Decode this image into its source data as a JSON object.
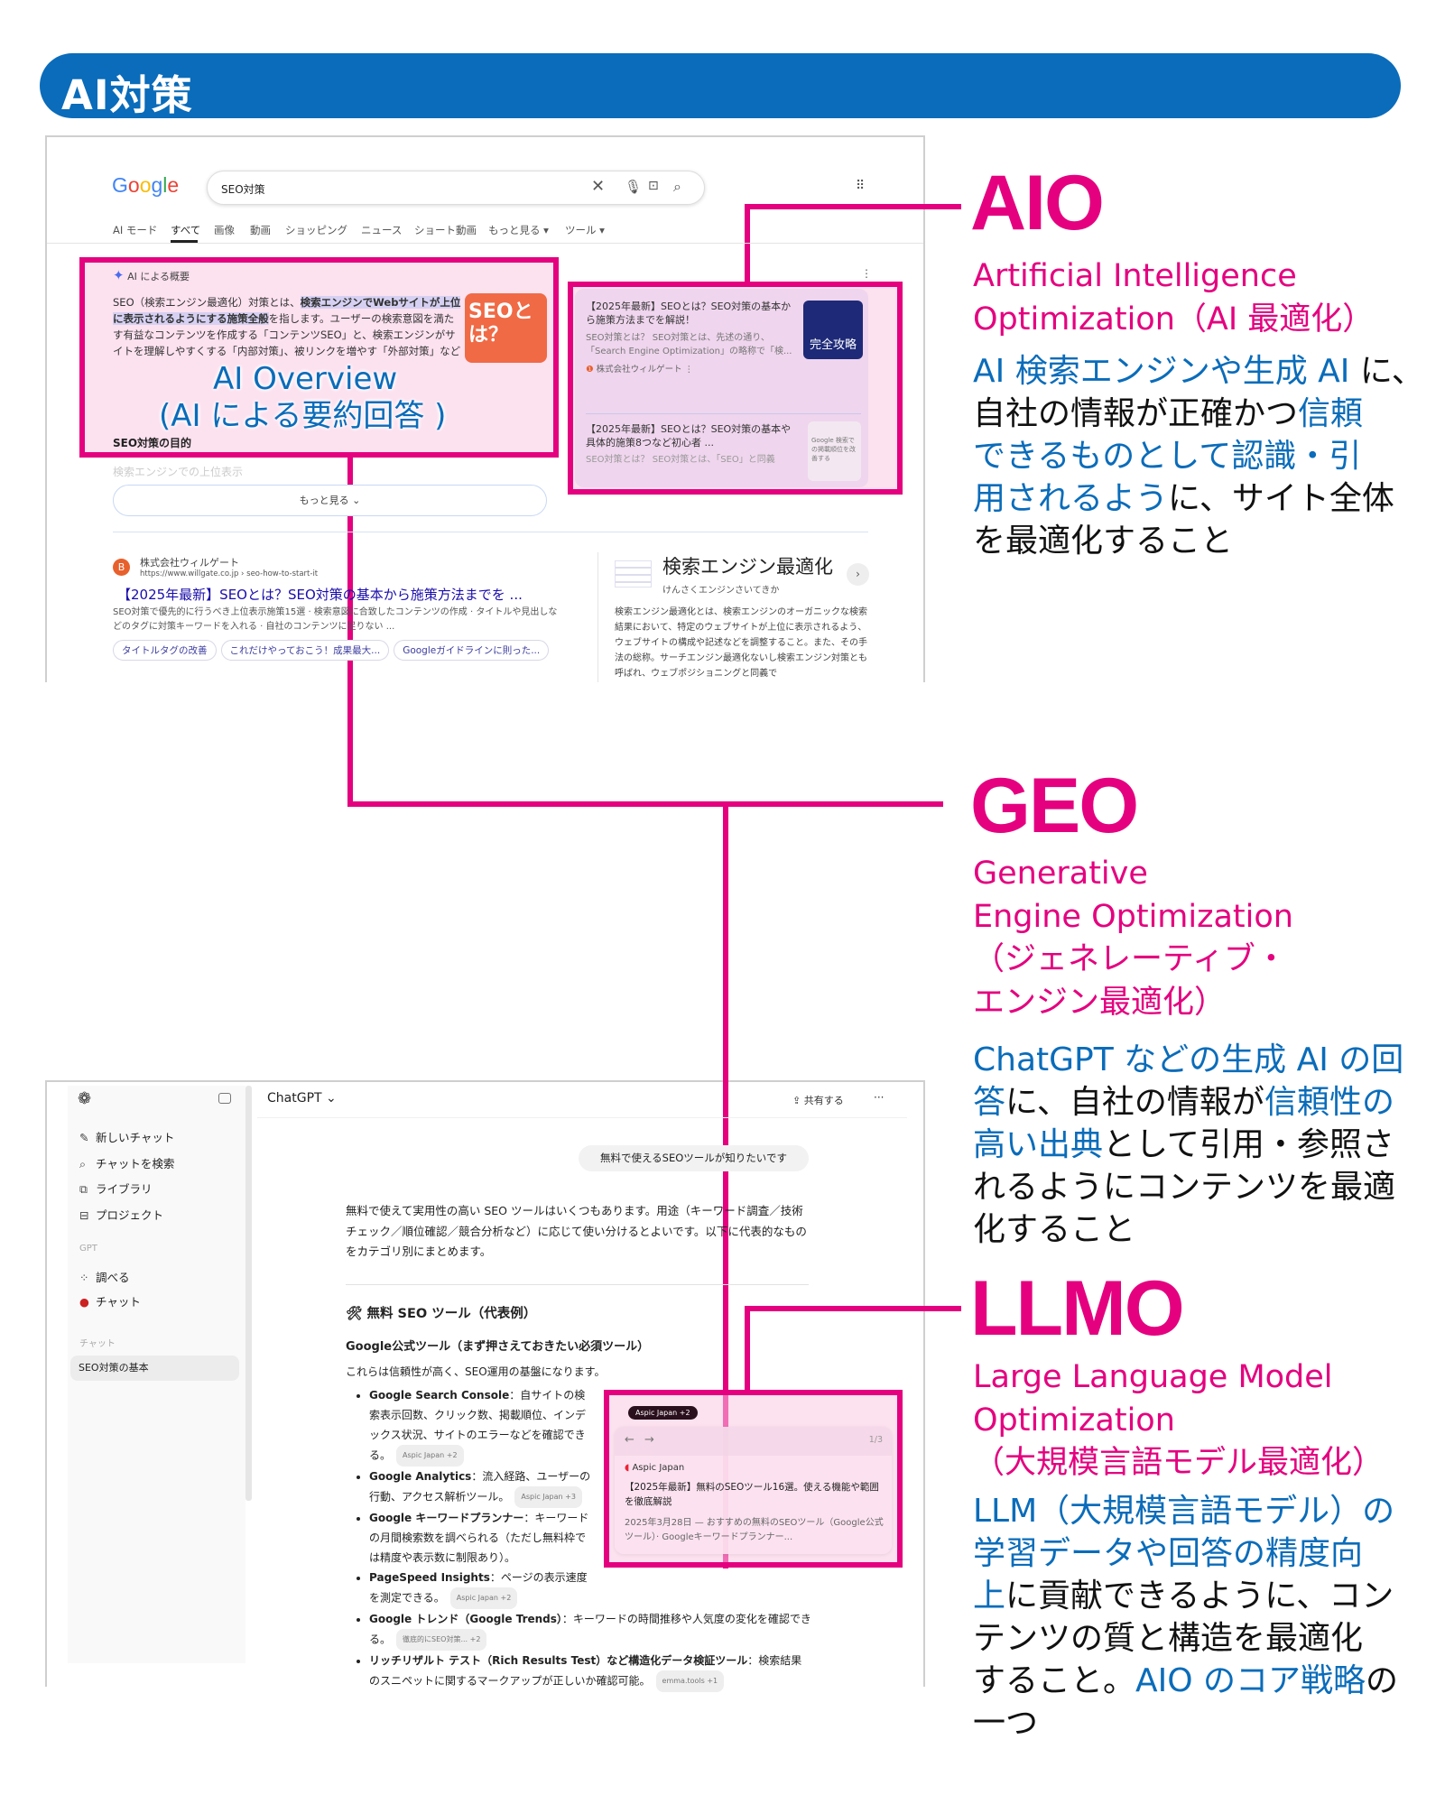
{
  "header": {
    "title": "AI対策"
  },
  "colors": {
    "accent_magenta": "#e4007f",
    "accent_blue": "#0a6cba",
    "header_bg": "#0a6cba"
  },
  "google": {
    "logo": "Google",
    "search_value": "SEO対策",
    "tabs": [
      "AI モード",
      "すべて",
      "画像",
      "動画",
      "ショッピング",
      "ニュース",
      "ショート動画",
      "もっと見る ▾",
      "ツール ▾"
    ],
    "ai_overview": {
      "label": "AI による概要",
      "para_pre": "SEO（検索エンジン最適化）対策とは、",
      "para_hl": "検索エンジンでWebサイトが上位に表示されるようにする施策全般",
      "para_post": "を指します。ユーザーの検索意図を満たす有益なコンテンツを作成する「コンテンツSEO」と、検索エンジンがサイトを理解しやすくする「内部対策」、被リンクを増やす「外部対策」などを組み合わせて自然検索からの流入を増やし、最終的なビジネス成果（顧客獲得など）につなげることを目的とします。",
      "image_text": "SEOとは？",
      "section": "SEO対策の目的",
      "faded": "検索エンジンでの上位表示",
      "overlay_line1": "AI Overview",
      "overlay_line2": "(AI による要約回答 )",
      "more": "もっと見る ⌄"
    },
    "side_cards": [
      {
        "title": "【2025年最新】SEOとは？SEO対策の基本から施策方法までを解説！",
        "snippet": "SEO対策とは？ SEO対策とは、先述の通り、「Search Engine Optimization」の略称で「検...",
        "source": "株式会社ウィルゲート",
        "thumb": "完全攻略"
      },
      {
        "title": "【2025年最新】SEOとは？SEO対策の基本や具体的施策8つなど初心者 ...",
        "snippet": "SEO対策とは？ SEO対策とは、「SEO」と同義",
        "thumb": "Google 検索での掲載順位を改善する"
      }
    ],
    "result": {
      "site": "株式会社ウィルゲート",
      "url": "https://www.willgate.co.jp › seo-how-to-start-it",
      "title": "【2025年最新】SEOとは？SEO対策の基本から施策方法までを ...",
      "snippet": "SEO対策で優先的に行うべき上位表示施策15選 · 検索意図に合致したコンテンツの作成 · タイトルや見出しなどのタグに対策キーワードを入れる · 自社のコンテンツに足りない ...",
      "chips": [
        "タイトルタグの改善",
        "これだけやっておこう！成果最大...",
        "Googleガイドラインに則った..."
      ]
    },
    "knowledge": {
      "title": "検索エンジン最適化",
      "reading": "けんさくエンジンさいてきか",
      "desc": "検索エンジン最適化とは、検索エンジンのオーガニックな検索結果において、特定のウェブサイトが上位に表示されるよう、ウェブサイトの構成や記述などを調整すること。また、その手法の総称。サーチエンジン最適化ないし検索エンジン対策とも呼ばれ、ウェブポジショニングと同義で"
    }
  },
  "chatgpt": {
    "sidebar": {
      "items": [
        "新しいチャット",
        "チャットを検索",
        "ライブラリ",
        "プロジェクト"
      ],
      "gpt_label": "GPT",
      "gpt_items": [
        "調べる",
        "チャット"
      ],
      "chat_label": "チャット",
      "selected": "SEO対策の基本"
    },
    "model": "ChatGPT ⌄",
    "share": "共有する",
    "more": "···",
    "user_msg": "無料で使えるSEOツールが知りたいです",
    "answer": "無料で使えて実用性の高い SEO ツールはいくつもあります。用途（キーワード調査／技術チェック／順位確認／競合分析など）に応じて使い分けるとよいです。以下に代表的なものをカテゴリ別にまとめます。",
    "h1": "🛠 無料 SEO ツール（代表例）",
    "h2": "Google公式ツール（まず押さえておきたい必須ツール）",
    "intro": "これらは信頼性が高く、SEO運用の基盤になります。",
    "bullets": [
      {
        "name": "Google Search Console",
        "text": "：自サイトの検索表示回数、クリック数、掲載順位、インデックス状況、サイトのエラーなどを確認できる。",
        "cite": "Aspic Japan +2"
      },
      {
        "name": "Google Analytics",
        "text": "：流入経路、ユーザーの行動、アクセス解析ツール。",
        "cite": "Aspic Japan +3"
      },
      {
        "name": "Google キーワードプランナー",
        "text": "：キーワードの月間検索数を調べられる（ただし無料枠では精度や表示数に制限あり）。",
        "cite": ""
      },
      {
        "name": "PageSpeed Insights",
        "text": "：ページの表示速度を測定できる。",
        "cite": "Aspic Japan +2"
      },
      {
        "name": "Google トレンド（Google Trends）",
        "text": "：キーワードの時間推移や人気度の変化を確認できる。",
        "cite": "徹底的にSEO対策... +2"
      },
      {
        "name": "リッチリザルト テスト（Rich Results Test）など構造化データ検証ツール",
        "text": "：検索結果のスニペットに関するマークアップが正しいか確認可能。",
        "cite": "emma.tools +1"
      }
    ],
    "popup": {
      "badge": "Aspic Japan +2",
      "pager": "1/3",
      "source": "Aspic Japan",
      "title": "【2025年最新】無料のSEOツール16選。使える機能や範囲を徹底解説",
      "date": "2025年3月28日 — おすすめの無料のSEOツール（Google公式ツール）· Googleキーワードプランナー..."
    }
  },
  "terms": [
    {
      "title": "AIO",
      "sub": [
        "Artificial Intelligence",
        "Optimization（AI 最適化）"
      ],
      "body": [
        [
          [
            "AI 検索エンジンや生成 AI",
            1
          ],
          [
            " に、",
            0
          ]
        ],
        [
          [
            "自社の情報が正確かつ",
            0
          ],
          [
            "信頼",
            1
          ]
        ],
        [
          [
            "できるものとして認識・引",
            1
          ]
        ],
        [
          [
            "用されるよう",
            1
          ],
          [
            "に、サイト全体",
            0
          ]
        ],
        [
          [
            "を最適化すること",
            0
          ]
        ]
      ]
    },
    {
      "title": "GEO",
      "sub": [
        "Generative",
        "Engine Optimization",
        "（ジェネレーティブ・",
        "エンジン最適化）"
      ],
      "body": [
        [
          [
            "ChatGPT などの生成 AI の回",
            1
          ]
        ],
        [
          [
            "答",
            1
          ],
          [
            "に、自社の情報が",
            0
          ],
          [
            "信頼性の",
            1
          ]
        ],
        [
          [
            "高い出典",
            1
          ],
          [
            "として引用・参照さ",
            0
          ]
        ],
        [
          [
            "れるようにコンテンツを最適",
            0
          ]
        ],
        [
          [
            "化すること",
            0
          ]
        ]
      ]
    },
    {
      "title": "LLMO",
      "sub": [
        "Large Language Model",
        "Optimization",
        "（大規模言語モデル最適化）"
      ],
      "body": [
        [
          [
            "LLM（大規模言語モデル）の",
            1
          ]
        ],
        [
          [
            "学習データや回答の精度向",
            1
          ]
        ],
        [
          [
            "上",
            1
          ],
          [
            "に貢献できるように、コン",
            0
          ]
        ],
        [
          [
            "テンツの質と構造を最適化",
            0
          ]
        ],
        [
          [
            "すること。",
            0
          ],
          [
            "AIO のコア戦略",
            1
          ],
          [
            "の",
            0
          ]
        ],
        [
          [
            "一つ",
            0
          ]
        ]
      ]
    }
  ]
}
